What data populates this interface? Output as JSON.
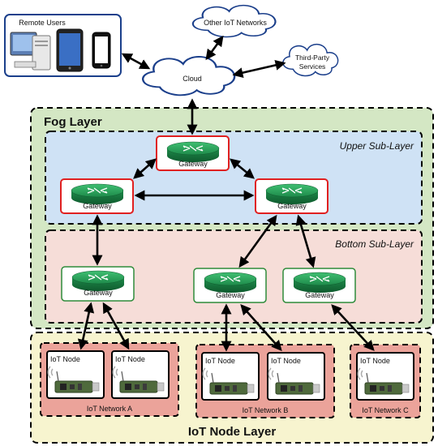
{
  "remote_users": {
    "label": "Remote Users"
  },
  "cloud": {
    "label": "Cloud"
  },
  "other_networks": {
    "label": "Other IoT Networks"
  },
  "third_party": {
    "line1": "Third-Party",
    "line2": "Services"
  },
  "fog_layer": {
    "title": "Fog Layer"
  },
  "upper_sublayer": {
    "title": "Upper Sub-Layer"
  },
  "bottom_sublayer": {
    "title": "Bottom Sub-Layer"
  },
  "iot_node_layer": {
    "title": "IoT Node Layer"
  },
  "gateway_label": "Gateway",
  "iot_node_label": "IoT Node",
  "networks": [
    "IoT Network A",
    "IoT Network B",
    "IoT Network C"
  ],
  "colors": {
    "fog_fill": "#d4e7c4",
    "upper_fill": "#cfe2f5",
    "bottom_fill": "#f6ddd8",
    "iot_layer_fill": "#f7f4cf",
    "network_fill": "#eba39a",
    "gateway_red_border": "#e02020",
    "gateway_green_border": "#2e8b3a",
    "remote_users_border": "#1b3f8b",
    "router_green": "#1e8a4a"
  }
}
